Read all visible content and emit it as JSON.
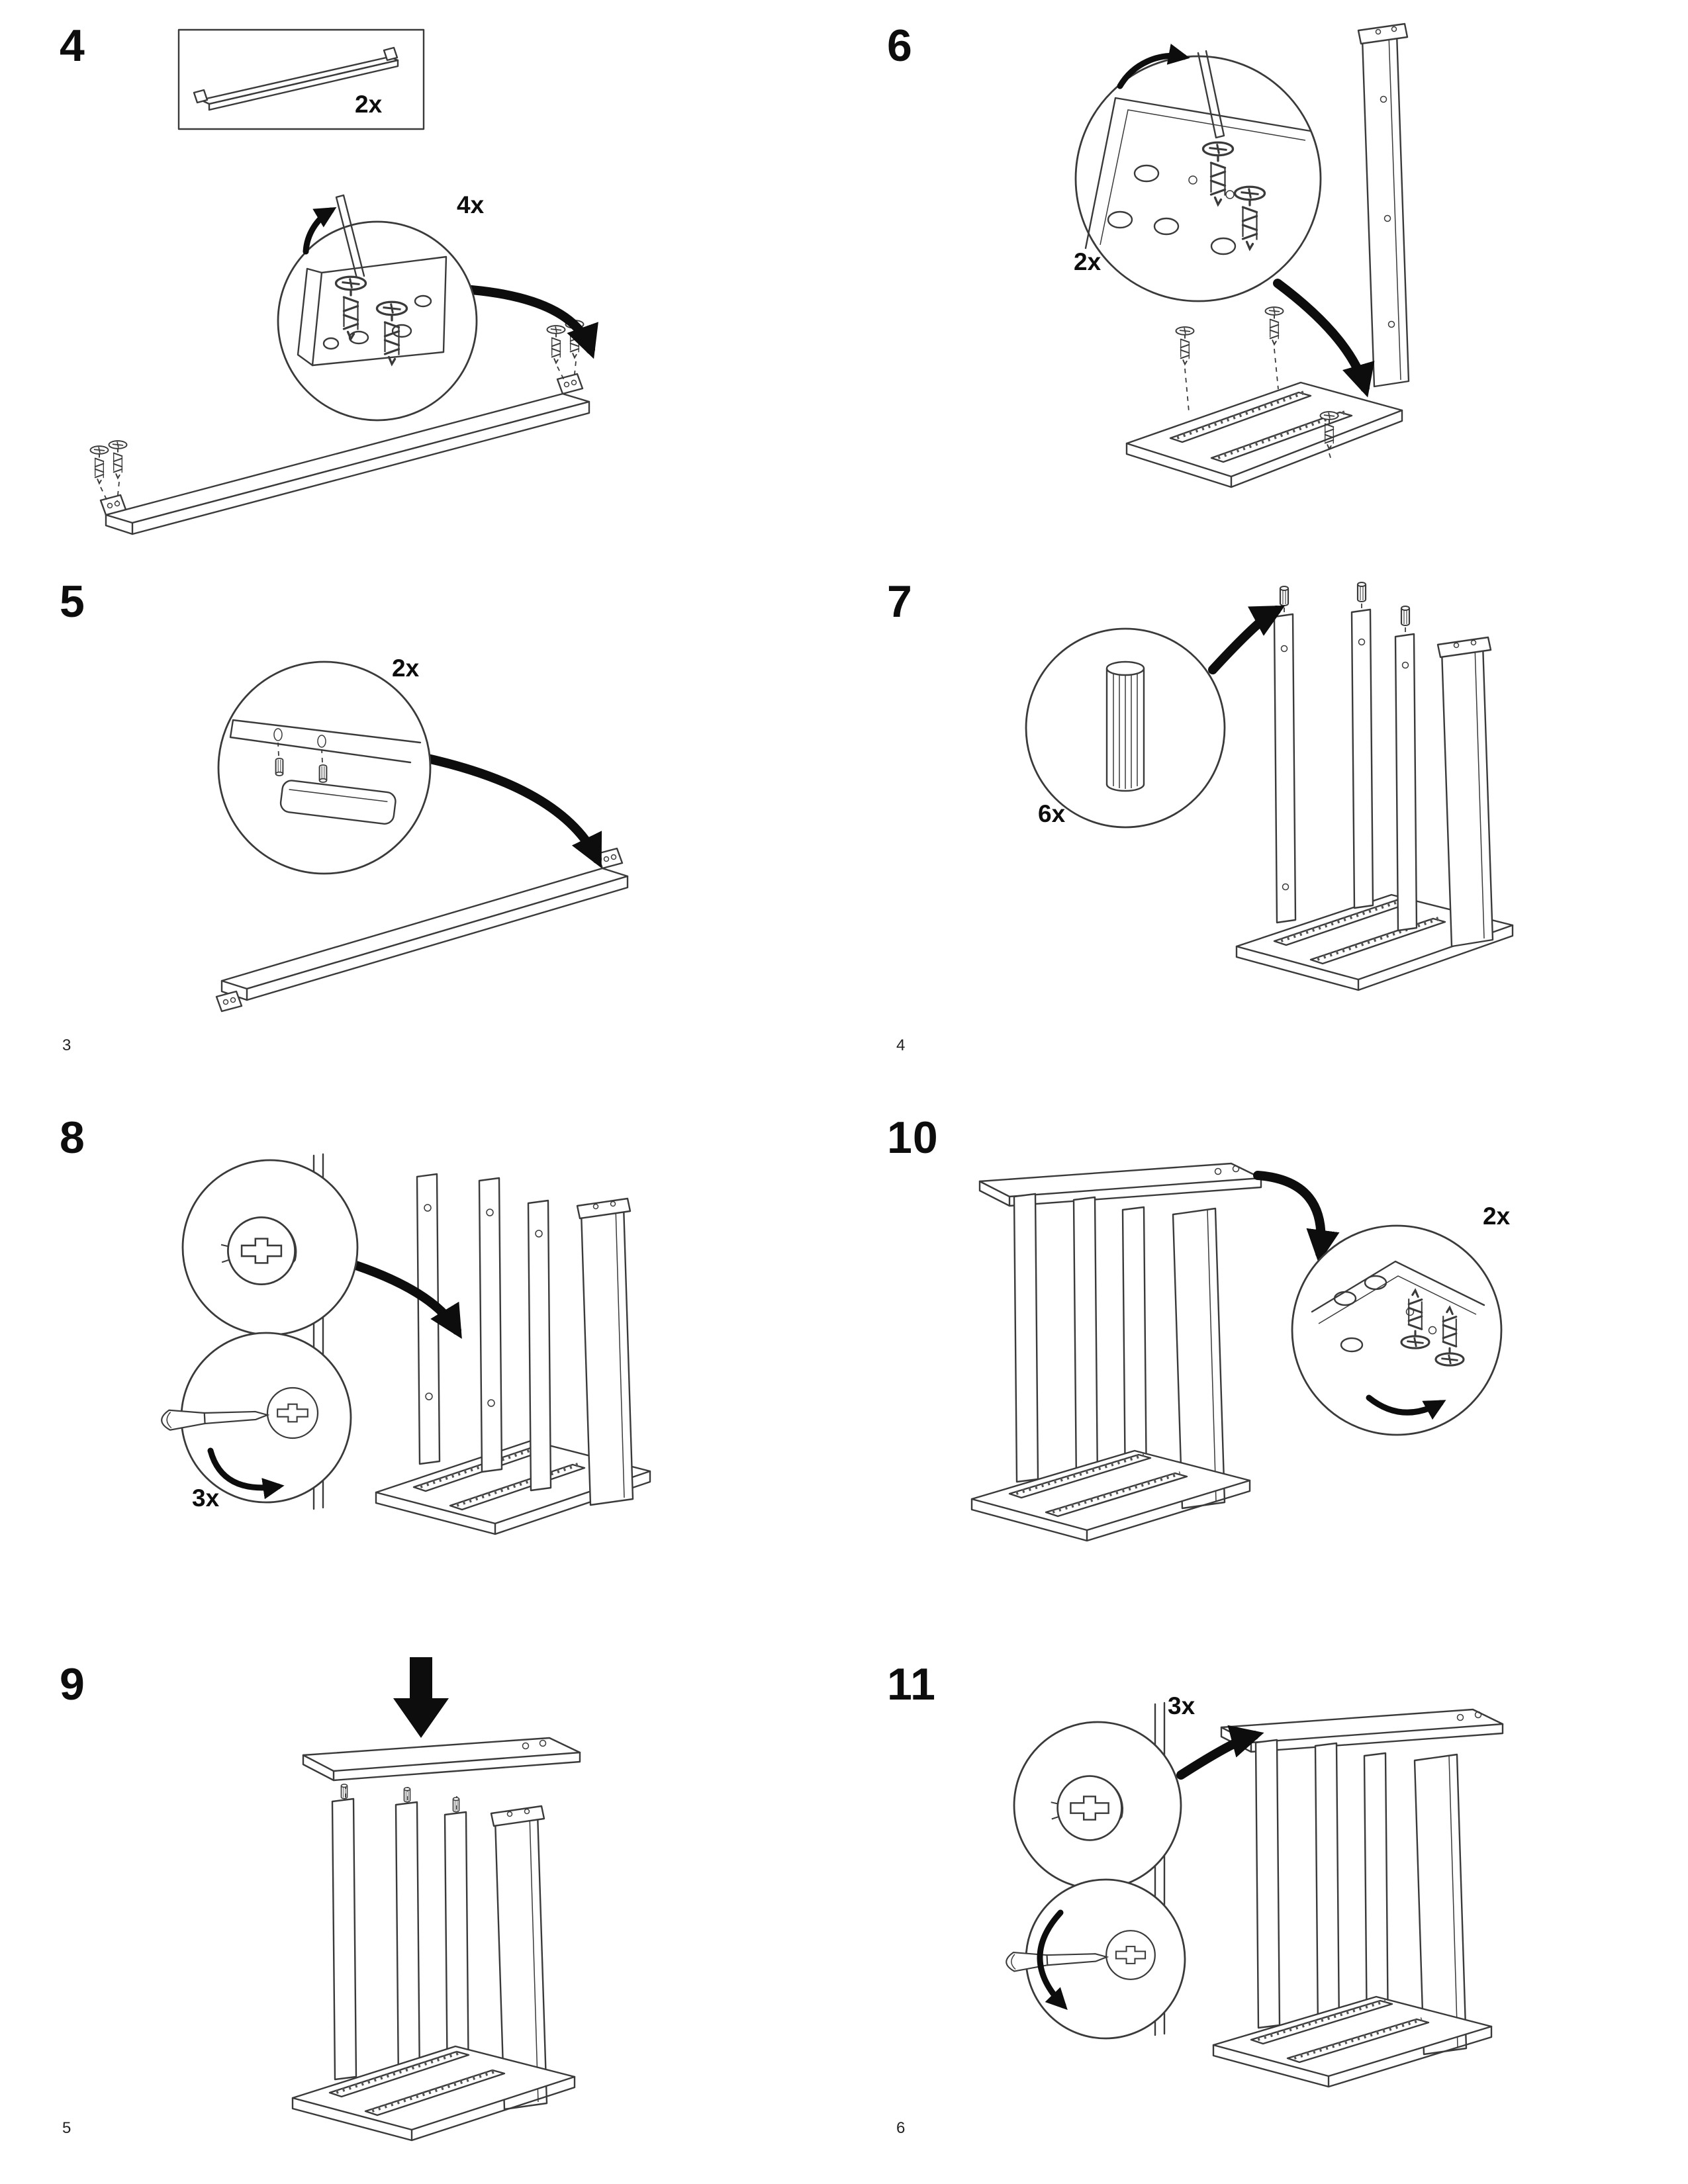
{
  "document": {
    "kind": "furniture-assembly-instructions",
    "background": "#ffffff",
    "line_color": "#3a3a3a",
    "arrow_color": "#0d0d0d"
  },
  "steps": {
    "s4": {
      "number": "4",
      "box_qty": "2x",
      "qty": "4x"
    },
    "s5": {
      "number": "5",
      "qty": "2x"
    },
    "s6": {
      "number": "6",
      "qty": "2x"
    },
    "s7": {
      "number": "7",
      "qty": "6x"
    },
    "s8": {
      "number": "8",
      "qty": "3x"
    },
    "s9": {
      "number": "9"
    },
    "s10": {
      "number": "10",
      "qty": "2x"
    },
    "s11": {
      "number": "11",
      "qty": "3x"
    }
  },
  "pages": {
    "p3": "3",
    "p4": "4",
    "p5": "5",
    "p6": "6"
  },
  "glyphs": {
    "screw": "phillips-screw",
    "pin": "wood-dowel-pin",
    "dowel": "fluted-dowel",
    "cam": "cam-lock-fastener",
    "driver": "screwdriver",
    "arrow": "assembly-pointer-arrow",
    "down_arrow": "place-panel-down-arrow"
  }
}
